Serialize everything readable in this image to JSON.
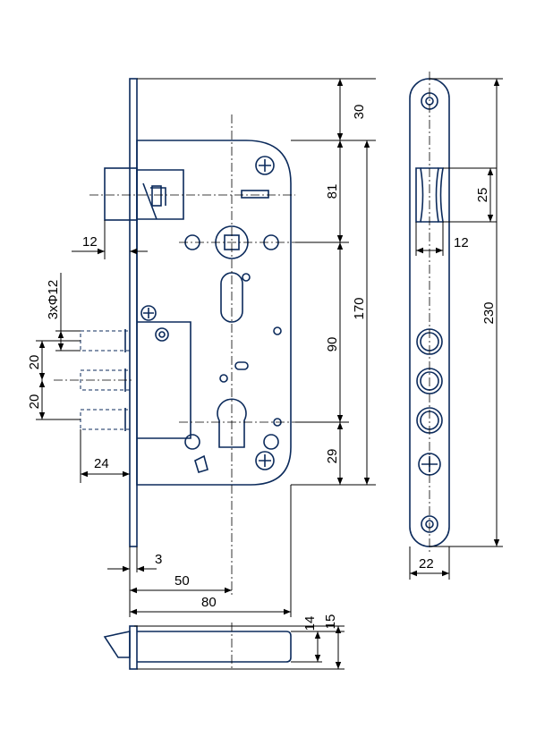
{
  "dimensions": {
    "top_offset": "30",
    "follower_offset": "81",
    "total_height_front": "170",
    "center_distance": "90",
    "bottom_offset": "29",
    "latch_projection": "12",
    "bolt_diameter": "3xΦ12",
    "bolt_spacing_a": "20",
    "bolt_spacing_b": "20",
    "bolt_projection": "24",
    "faceplate_thickness": "3",
    "backset": "50",
    "case_width": "80",
    "side_latch_width": "25",
    "side_latch_projection": "12",
    "faceplate_length": "230",
    "faceplate_width": "22",
    "case_depth_inner": "14",
    "case_depth_outer": "15"
  }
}
